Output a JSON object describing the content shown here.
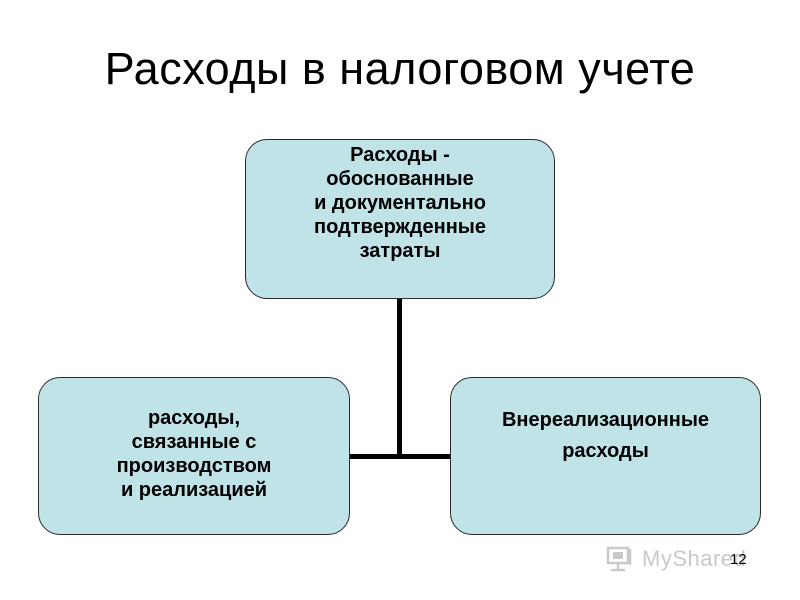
{
  "title": "Расходы в налоговом учете",
  "diagram": {
    "top_node": "Расходы -\nобоснованные\nи документально\nподтвержденные\nзатраты",
    "left_node": "расходы,\nсвязанные с\nпроизводством\nи реализацией",
    "right_node": "Внереализационные\nрасходы"
  },
  "colors": {
    "node_fill": "#bfe3e6",
    "node_border": "#2b2b2b",
    "connector": "#000000"
  },
  "watermark": {
    "text": "MyShared",
    "icon": "myshared-logo-icon"
  },
  "page_number": "12"
}
